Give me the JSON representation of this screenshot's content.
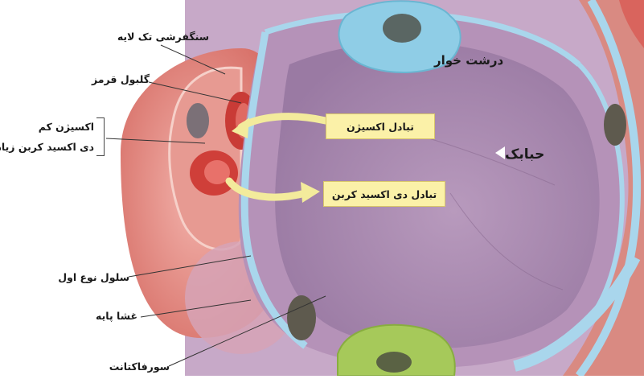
{
  "labels": {
    "squamous_single_layer": "سنگفرشی تک لایه",
    "red_blood_cell": "گلبول قرمز",
    "low_oxygen": "اکسیژن کم",
    "high_co2": "دی اکسید کربن زیاد",
    "macrophage": "درشت خوار",
    "alveolus": "حبابک",
    "type1_cell": "سلول نوع اول",
    "basement_membrane": "غشا پایه",
    "surfactant": "سورفاکتانت"
  },
  "boxes": {
    "oxygen_exchange": "تبادل اکسیژن",
    "co2_exchange": "تبادل دی اکسید کربن"
  },
  "colors": {
    "alveolus_wall": "#b18fb6",
    "alveolus_interior": "#a98bb0",
    "macrophage": "#8fcde6",
    "surfactant_cell": "#a6c95a",
    "capillary": "#e07f78",
    "rbc": "#d9443f",
    "membrane": "#a9d6ec",
    "label_box": "#fbf1a8"
  }
}
